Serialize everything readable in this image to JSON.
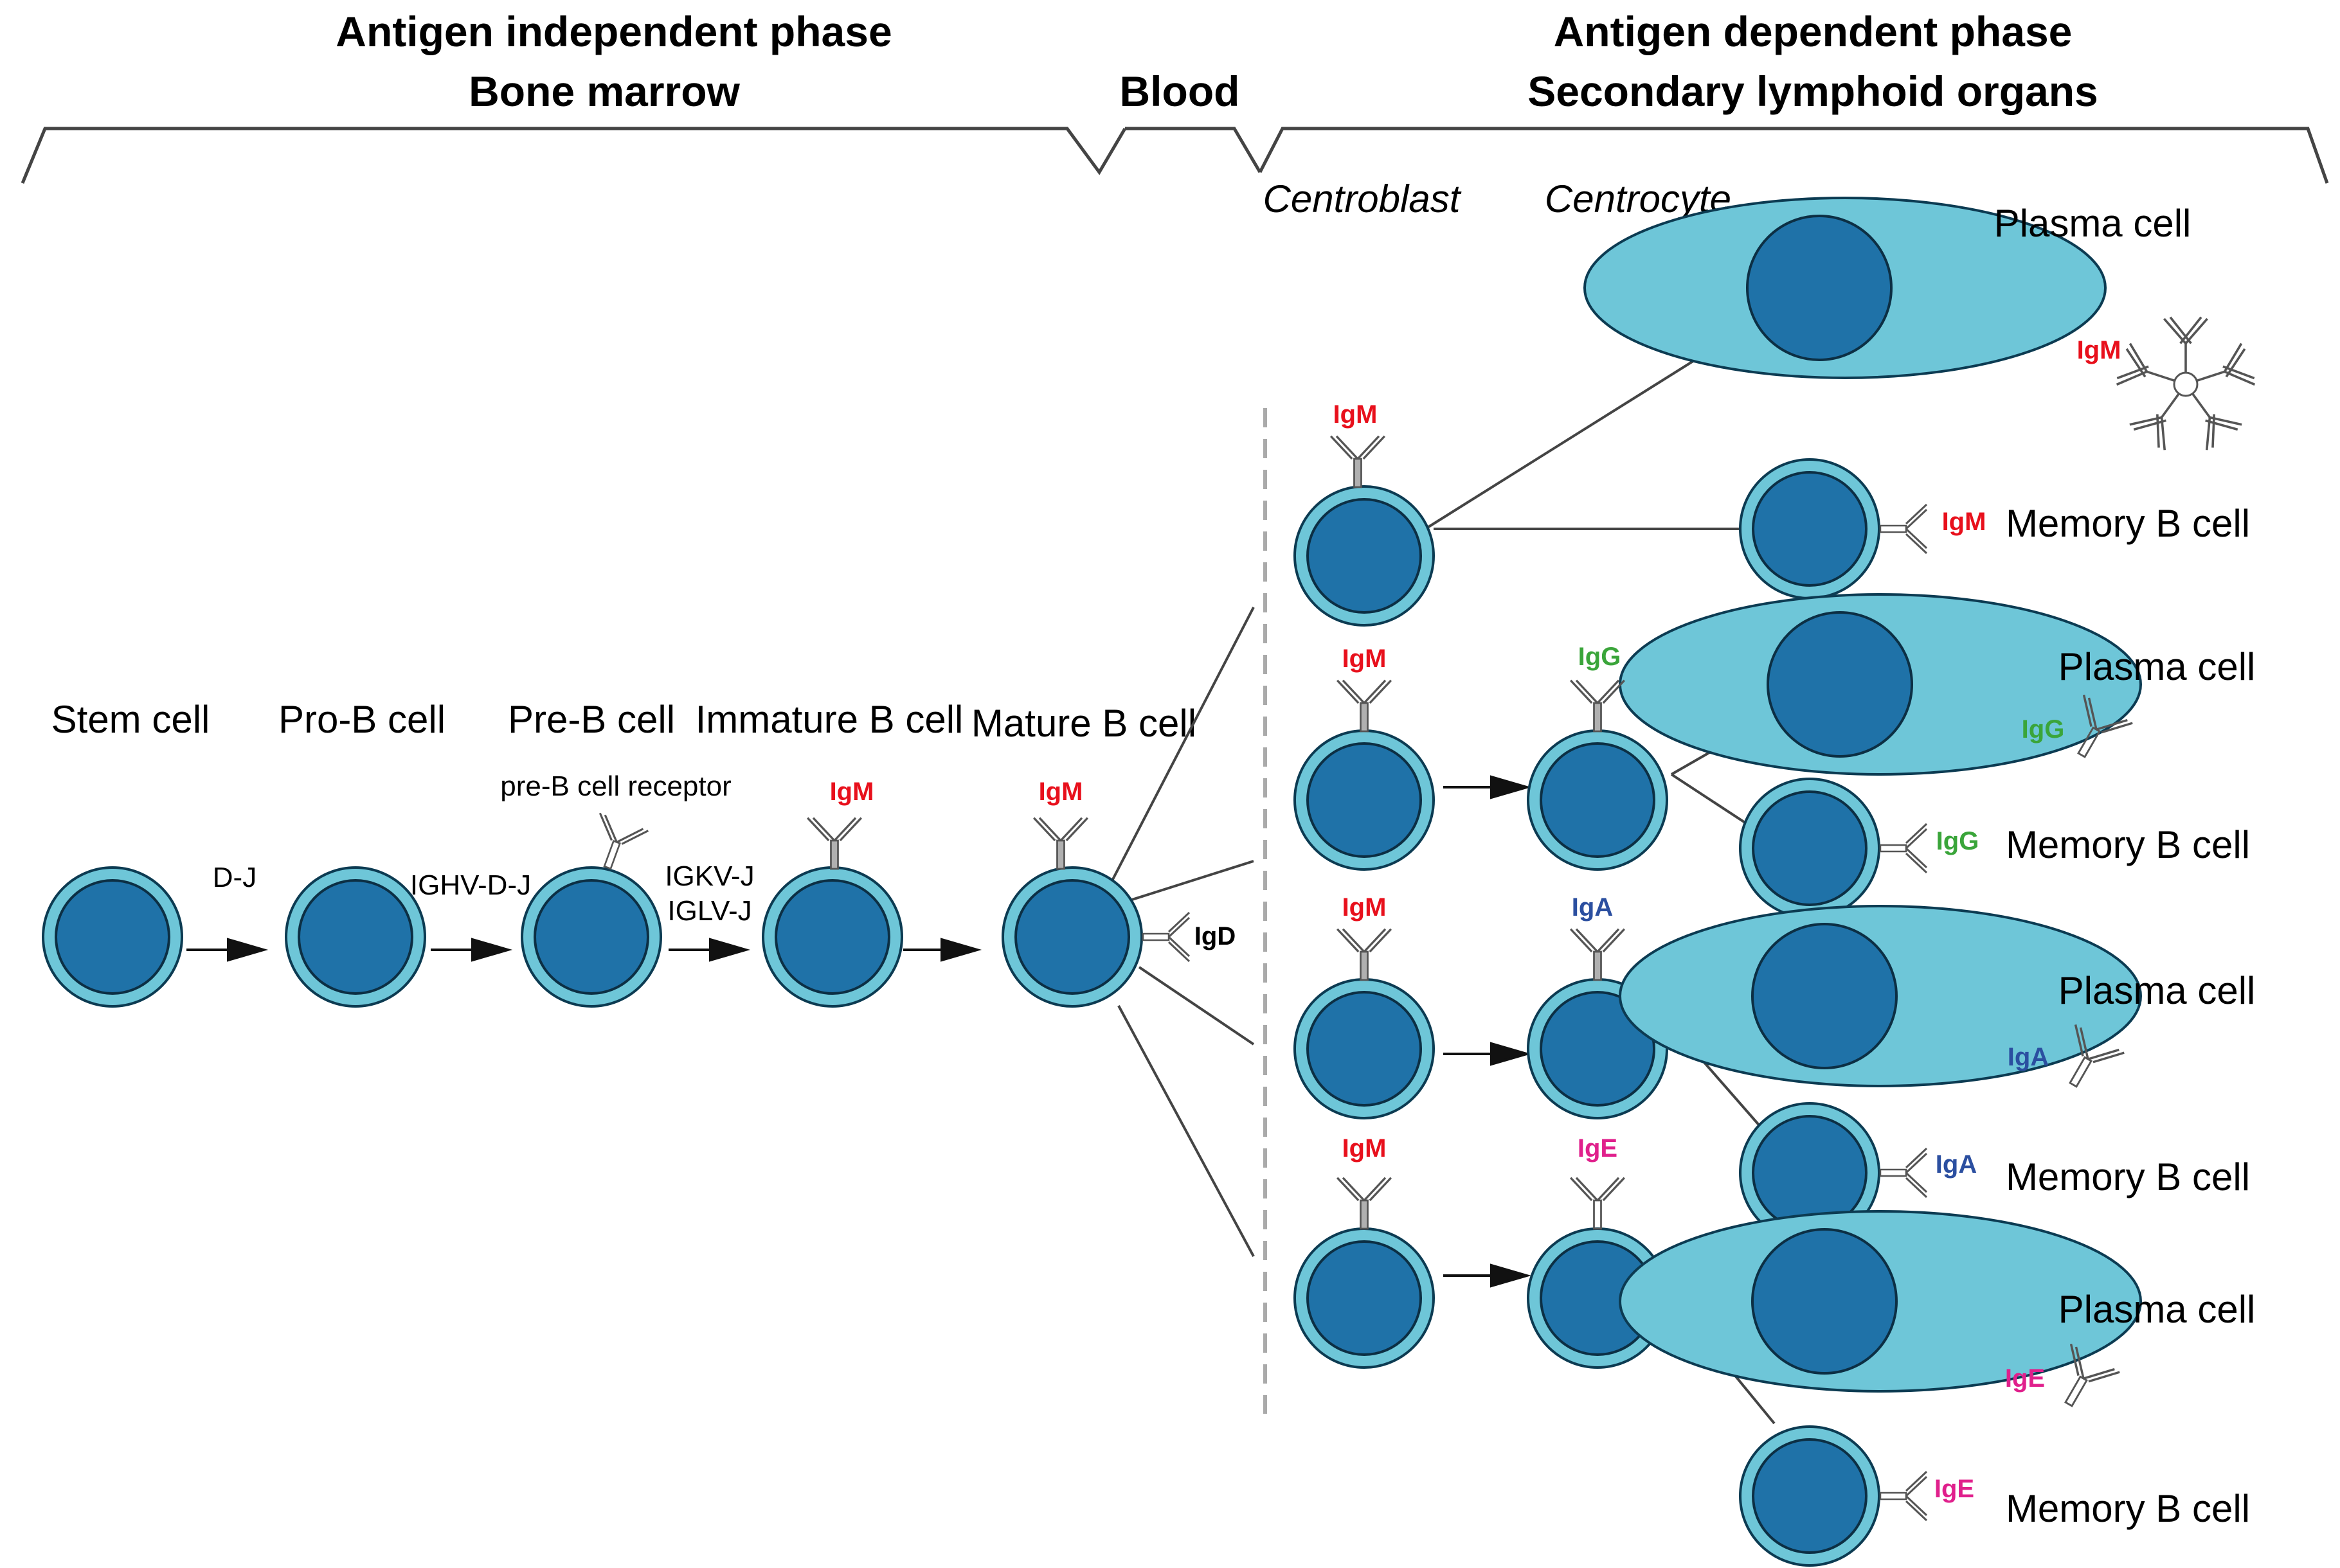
{
  "phases": {
    "independent_title": "Antigen independent phase",
    "independent_sub": "Bone marrow",
    "blood": "Blood",
    "dependent_title": "Antigen dependent phase",
    "dependent_sub": "Secondary lymphoid organs"
  },
  "stages": {
    "stem": "Stem cell",
    "pro_b": "Pro-B cell",
    "pre_b": "Pre-B cell",
    "immature_b": "Immature B cell",
    "mature_b": "Mature B cell",
    "centroblast": "Centroblast",
    "centrocyte": "Centrocyte"
  },
  "rearrangements": {
    "dj": "D-J",
    "ighv": "IGHV-D-J",
    "igkv": "IGKV-J",
    "iglv": "IGLV-J",
    "pre_receptor": "pre-B cell receptor"
  },
  "outputs": {
    "plasma": "Plasma cell",
    "memory": "Memory B cell"
  },
  "isotypes": {
    "igm": "IgM",
    "igd": "IgD",
    "igg": "IgG",
    "iga": "IgA",
    "ige": "IgE"
  },
  "colors": {
    "cell_outer": "#6ec6d8",
    "cell_nucleus": "#1f72a8",
    "igm": "#e8101c",
    "igg": "#3aa53a",
    "iga": "#2b4fa0",
    "ige": "#e0208c",
    "igd": "#000000"
  }
}
